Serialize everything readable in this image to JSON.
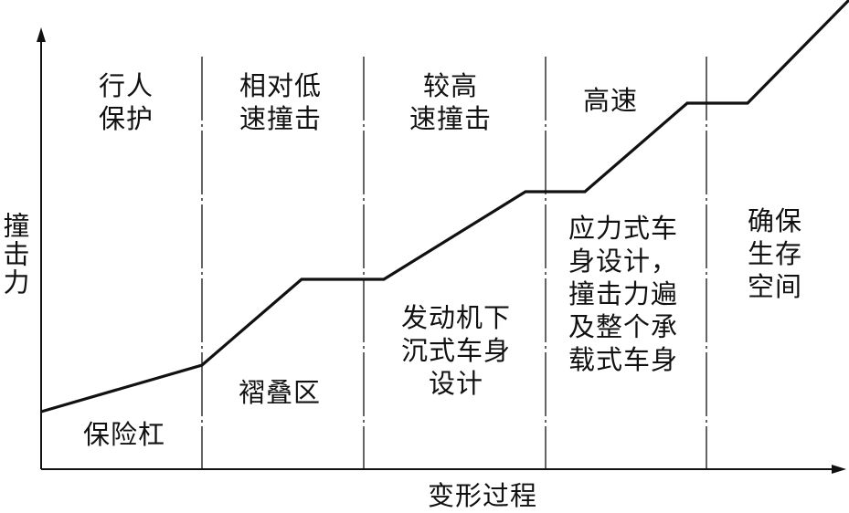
{
  "axes": {
    "y_label": "撞击力",
    "x_label": "变形过程"
  },
  "zones_top": [
    {
      "text": "行人\n保护"
    },
    {
      "text": "相对低\n速撞击"
    },
    {
      "text": "较高\n速撞击"
    },
    {
      "text": "高速"
    }
  ],
  "zones_bottom": [
    {
      "text": "保险杠"
    },
    {
      "text": "褶叠区"
    },
    {
      "text": "发动机下\n沉式车身\n设计"
    },
    {
      "text": "应力式车\n身设计，\n撞击力遍\n及整个承\n载式车身"
    },
    {
      "text": "确保\n生存\n空间"
    }
  ],
  "colors": {
    "line": "#111111",
    "background": "#ffffff"
  }
}
